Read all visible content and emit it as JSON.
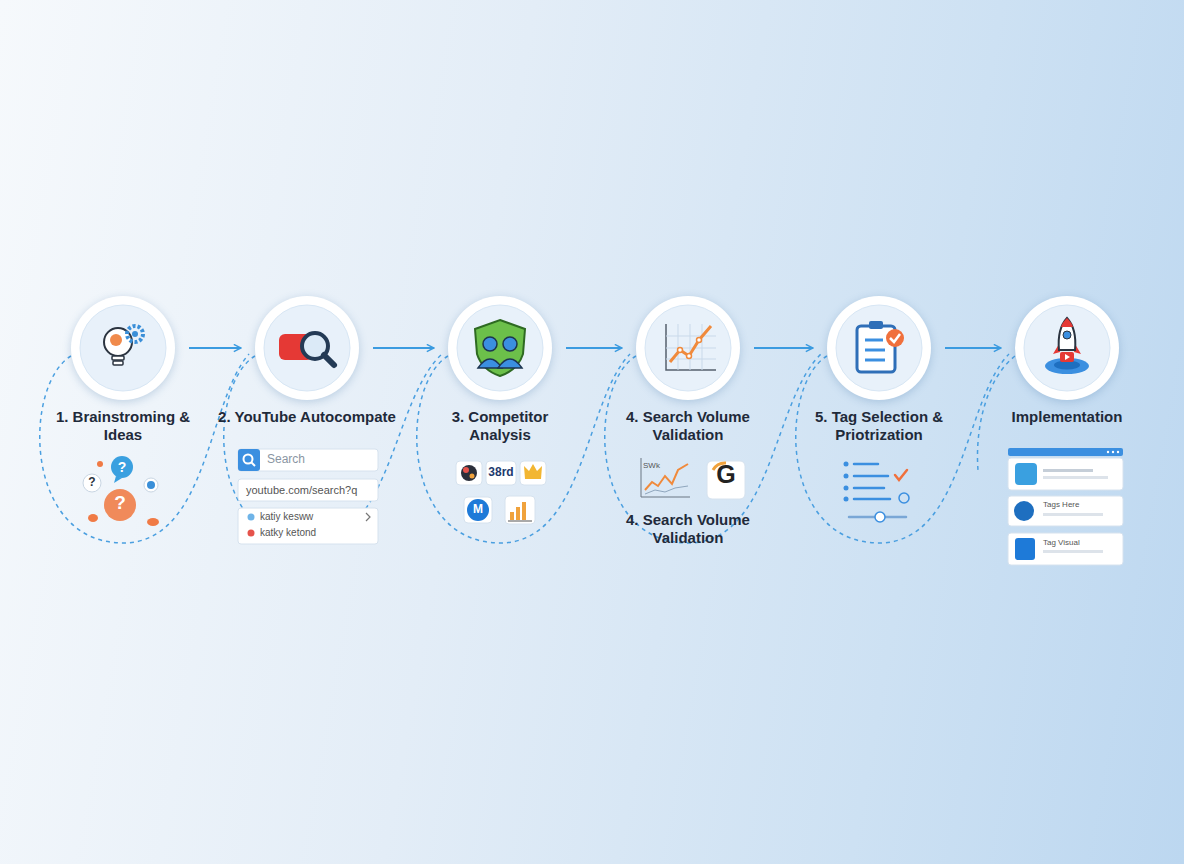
{
  "diagram": {
    "nodes": [
      {
        "text": [
          "1. Brainstroming & Ideas"
        ]
      },
      {
        "text": [
          "2. YouTube Autocompate"
        ]
      },
      {
        "text": [
          "3. Competitor Analysis"
        ]
      },
      {
        "text": [
          "4. Search Volume Validation"
        ]
      },
      {
        "text": [
          "5. Tag Selection & Priotrization"
        ]
      },
      {
        "text": [
          "Implementation"
        ]
      }
    ],
    "edges": [
      {
        "from": 0,
        "to": 1,
        "arrow": "to"
      },
      {
        "from": 1,
        "to": 2,
        "arrow": "to"
      },
      {
        "from": 2,
        "to": 3,
        "arrow": "to"
      },
      {
        "from": 3,
        "to": 4,
        "arrow": "to"
      },
      {
        "from": 4,
        "to": 5,
        "arrow": "to"
      }
    ],
    "labels": [
      "?",
      "?",
      "?",
      "Search",
      "youtube.com/search?q",
      "katiy kesww",
      "katky ketond",
      "38rd",
      "M",
      "SWk",
      "G",
      "4. Search Volume Validation",
      "Tags Here",
      "Tag Visual"
    ]
  }
}
